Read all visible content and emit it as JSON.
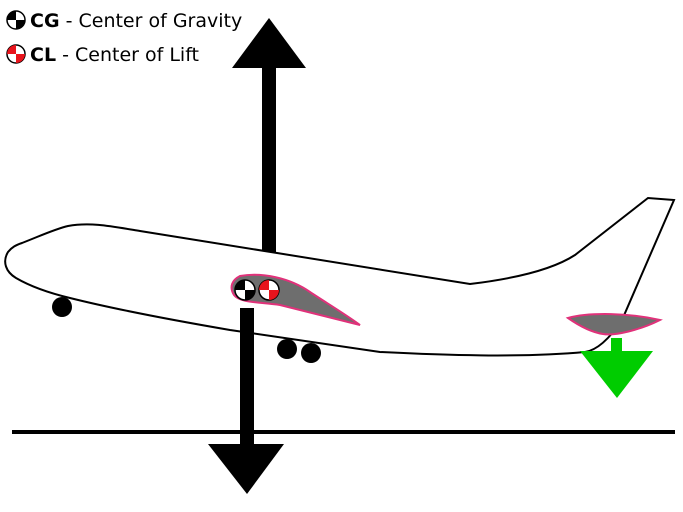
{
  "legend": {
    "cg": {
      "abbr": "CG",
      "description": " - Center of Gravity",
      "color": "#000000"
    },
    "cl": {
      "abbr": "CL",
      "description": " - Center of Lift",
      "color": "#e8141c"
    }
  },
  "colors": {
    "outline": "#000000",
    "background": "#ffffff",
    "airfoil_fill": "#6e6e6e",
    "airfoil_stroke": "#e0327a",
    "tail_force_arrow": "#00cc00",
    "lift_arrow": "#000000",
    "weight_arrow": "#000000",
    "ground_line": "#000000"
  },
  "icons": {
    "cg_marker": "center-of-gravity-icon",
    "cl_marker": "center-of-lift-icon"
  }
}
